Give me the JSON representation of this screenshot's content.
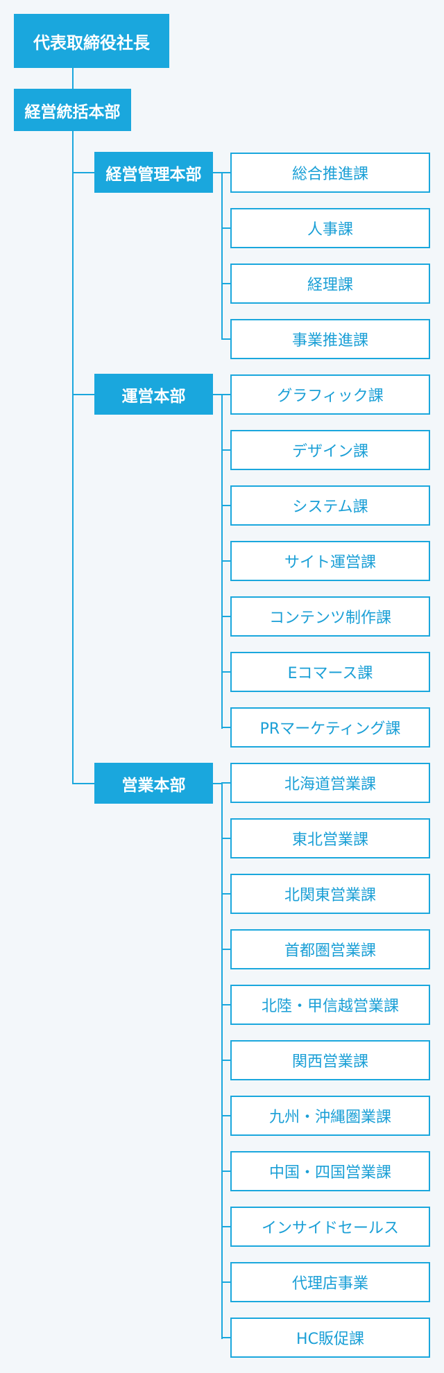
{
  "ceo": "代表取締役社長",
  "general_hq": "経営統括本部",
  "divisions": [
    {
      "name": "経営管理本部",
      "sections": [
        "総合推進課",
        "人事課",
        "経理課",
        "事業推進課"
      ]
    },
    {
      "name": "運営本部",
      "sections": [
        "グラフィック課",
        "デザイン課",
        "システム課",
        "サイト運営課",
        "コンテンツ制作課",
        "Eコマース課",
        "PRマーケティング課"
      ]
    },
    {
      "name": "営業本部",
      "sections": [
        "北海道営業課",
        "東北営業課",
        "北関東営業課",
        "首都圏営業課",
        "北陸・甲信越営業課",
        "関西営業課",
        "九州・沖縄圏業課",
        "中国・四国営業課",
        "インサイドセールス",
        "代理店事業",
        "HC販促課"
      ]
    }
  ],
  "colors": {
    "accent": "#1aa7dd",
    "background": "#f3f7fa",
    "box_fill": "#ffffff"
  }
}
